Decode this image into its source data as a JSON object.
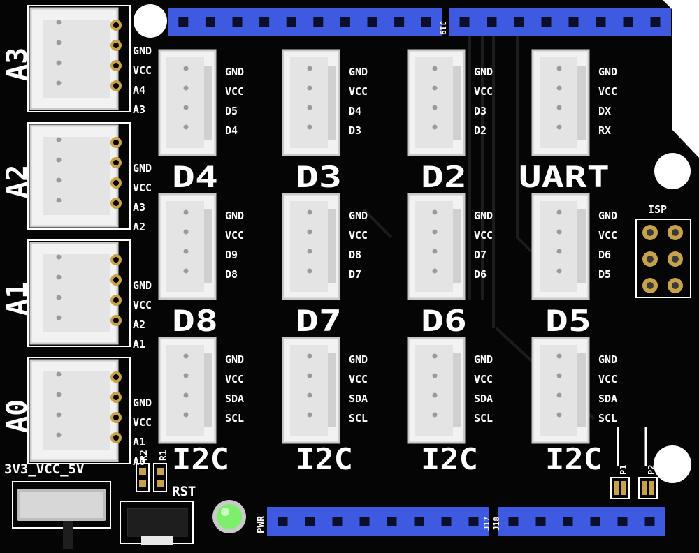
{
  "board": {
    "colors": {
      "pcb": "#050505",
      "header_blue": "#3d5ae0",
      "header_pin": "#0b0f2a",
      "grove_white": "#f2f2f2",
      "grove_shadow": "#c9c9c9",
      "gold": "#c8a24a",
      "led_green": "#7cf06a",
      "silk": "#ffffff"
    },
    "header_labels": {
      "top_right": "J19",
      "bottom_left": "J17",
      "bottom_right": "J18",
      "power": "PWR"
    },
    "analog_ports": [
      {
        "label": "A3",
        "pins": [
          "GND",
          "VCC",
          "A4",
          "A3"
        ]
      },
      {
        "label": "A2",
        "pins": [
          "GND",
          "VCC",
          "A3",
          "A2"
        ]
      },
      {
        "label": "A1",
        "pins": [
          "GND",
          "VCC",
          "A2",
          "A1"
        ]
      },
      {
        "label": "A0",
        "pins": [
          "GND",
          "VCC",
          "A1",
          "A0"
        ]
      }
    ],
    "grid_ports": [
      [
        {
          "label": "D4",
          "pins": [
            "GND",
            "VCC",
            "D5",
            "D4"
          ]
        },
        {
          "label": "D3",
          "pins": [
            "GND",
            "VCC",
            "D4",
            "D3"
          ]
        },
        {
          "label": "D2",
          "pins": [
            "GND",
            "VCC",
            "D3",
            "D2"
          ]
        },
        {
          "label": "UART",
          "pins": [
            "GND",
            "VCC",
            "DX",
            "RX"
          ]
        }
      ],
      [
        {
          "label": "D8",
          "pins": [
            "GND",
            "VCC",
            "D9",
            "D8"
          ]
        },
        {
          "label": "D7",
          "pins": [
            "GND",
            "VCC",
            "D8",
            "D7"
          ]
        },
        {
          "label": "D6",
          "pins": [
            "GND",
            "VCC",
            "D7",
            "D6"
          ]
        },
        {
          "label": "D5",
          "pins": [
            "GND",
            "VCC",
            "D6",
            "D5"
          ]
        }
      ],
      [
        {
          "label": "I2C",
          "pins": [
            "GND",
            "VCC",
            "SDA",
            "SCL"
          ]
        },
        {
          "label": "I2C",
          "pins": [
            "GND",
            "VCC",
            "SDA",
            "SCL"
          ]
        },
        {
          "label": "I2C",
          "pins": [
            "GND",
            "VCC",
            "SDA",
            "SCL"
          ]
        },
        {
          "label": "I2C",
          "pins": [
            "GND",
            "VCC",
            "SDA",
            "SCL"
          ]
        }
      ]
    ],
    "isp_label": "ISP",
    "switch_label": "3V3_VCC_5V",
    "reset_label": "RST",
    "resistor_labels": [
      "R2",
      "R1"
    ],
    "jumper_labels": [
      "P1",
      "P2"
    ]
  }
}
